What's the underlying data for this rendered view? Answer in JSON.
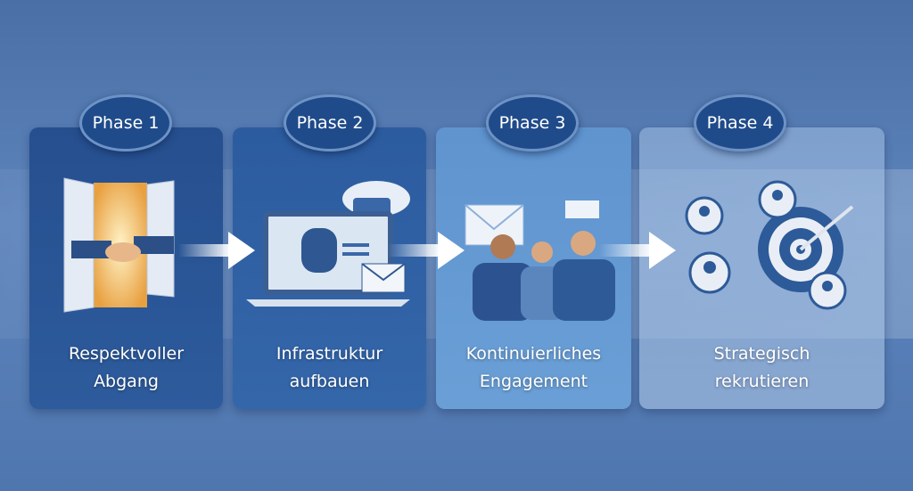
{
  "phases": [
    {
      "badge": "Phase 1",
      "line1": "Respektvoller",
      "line2": "Abgang",
      "icon": "door-handshake-icon"
    },
    {
      "badge": "Phase 2",
      "line1": "Infrastruktur",
      "line2": "aufbauen",
      "icon": "laptop-database-icon"
    },
    {
      "badge": "Phase 3",
      "line1": "Kontinuierliches",
      "line2": "Engagement",
      "icon": "team-communication-icon"
    },
    {
      "badge": "Phase 4",
      "line1": "Strategisch",
      "line2": "rekrutieren",
      "icon": "target-recruit-icon"
    }
  ],
  "colors": {
    "badge": "#1f4b8a",
    "background": "#4f76ae"
  }
}
